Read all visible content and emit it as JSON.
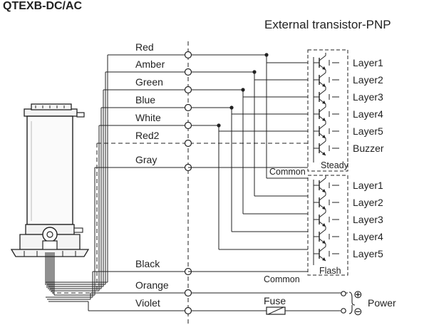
{
  "header": {
    "model": "QTEXB-DC/AC",
    "subtitle": "External transistor-PNP"
  },
  "wires": [
    "Red",
    "Amber",
    "Green",
    "Blue",
    "White",
    "Red2",
    "Gray",
    "Black",
    "Orange",
    "Violet"
  ],
  "steady_outputs": [
    "Layer1",
    "Layer2",
    "Layer3",
    "Layer4",
    "Layer5",
    "Buzzer"
  ],
  "steady_label": "Steady",
  "flash_outputs": [
    "Layer1",
    "Layer2",
    "Layer3",
    "Layer4",
    "Layer5"
  ],
  "flash_label": "Flash",
  "common_labels": [
    "Common",
    "Common"
  ],
  "fuse_label": "Fuse",
  "power": {
    "plus": "⊕",
    "minus": "⊖",
    "label": "Power"
  }
}
